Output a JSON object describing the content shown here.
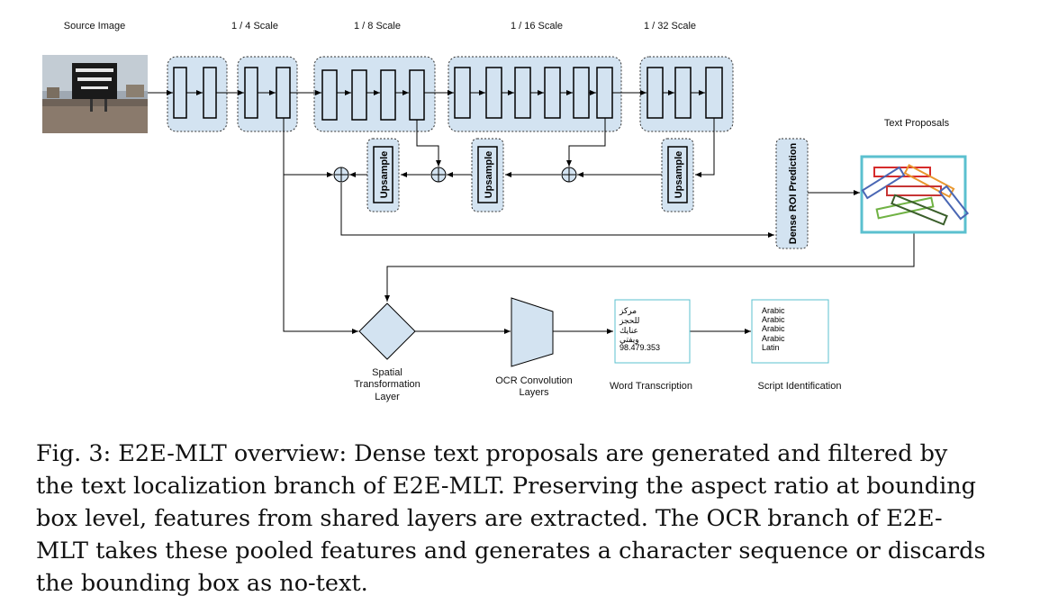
{
  "labels": {
    "source_image": "Source Image",
    "scale_4": "1 / 4 Scale",
    "scale_8": "1 / 8 Scale",
    "scale_16": "1 / 16 Scale",
    "scale_32": "1 / 32 Scale",
    "text_proposals": "Text Proposals",
    "upsample": "Upsample",
    "dense_roi": "Dense ROI Prediction",
    "stl_line1": "Spatial",
    "stl_line2": "Transformation",
    "stl_line3": "Layer",
    "ocr_line1": "OCR Convolution",
    "ocr_line2": "Layers",
    "word_transcription": "Word Transcription",
    "script_identification": "Script Identification"
  },
  "transcriptions": [
    "مركز",
    "للحجز",
    "عنايك",
    "ويفتي",
    "98.479.353"
  ],
  "scripts": [
    "Arabic",
    "Arabic",
    "Arabic",
    "Arabic",
    "Latin"
  ],
  "caption": "Fig. 3: E2E-MLT overview: Dense text proposals are generated and filtered by the text localization branch of E2E-MLT. Preserving the aspect ratio at bounding box level, features from shared layers are extracted. The OCR branch of E2E-MLT takes these pooled features and generates a character sequence or discards the bounding box as no-text.",
  "colors": {
    "block_fill": "#d3e3f1",
    "proposals_border": "#5bc0cf",
    "proposal_boxes": [
      "#d62b2b",
      "#e9972f",
      "#4a67b4",
      "#c73535",
      "#70b244",
      "#3a5e2a",
      "#4a67b4"
    ]
  }
}
